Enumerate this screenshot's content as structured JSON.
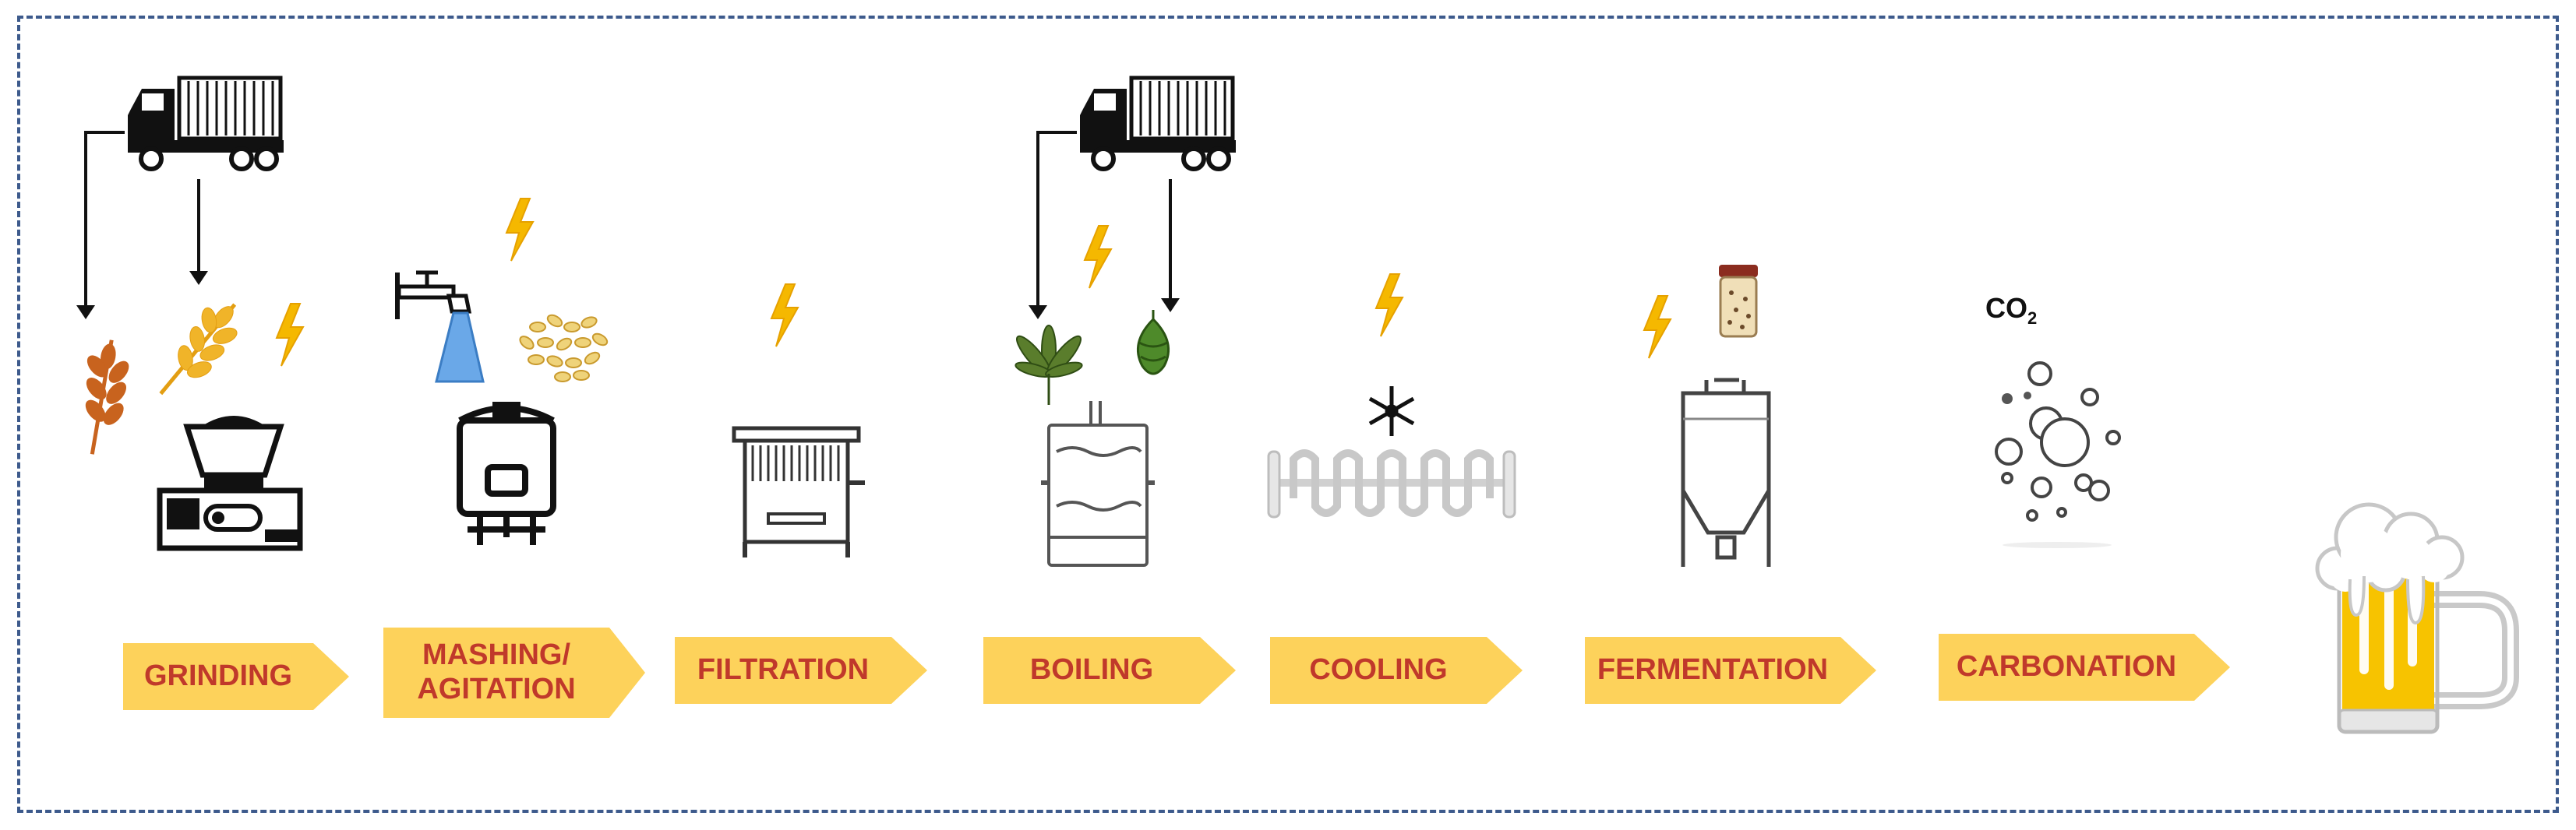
{
  "stages": [
    {
      "label": "GRINDING"
    },
    {
      "label": "MASHING/\nAGITATION"
    },
    {
      "label": "FILTRATION"
    },
    {
      "label": "BOILING"
    },
    {
      "label": "COOLING"
    },
    {
      "label": "FERMENTATION"
    },
    {
      "label": "CARBONATION"
    }
  ],
  "co2": {
    "main": "CO",
    "sub": "2"
  },
  "colors": {
    "arrow_fill": "#fdd25b",
    "label_text": "#c0392b",
    "frame": "#3d5a8c",
    "lightning": "#f5b800",
    "beer": "#f7c300",
    "wheat": "#d2691e"
  },
  "icons": [
    "truck-icon",
    "wheat-icon",
    "lightning-icon",
    "grinder-icon",
    "tap-icon",
    "grain-icon",
    "mash-tun-icon",
    "filter-icon",
    "hemp-leaf-icon",
    "hop-icon",
    "boil-kettle-icon",
    "snowflake-icon",
    "cooler-coil-icon",
    "yeast-jar-icon",
    "fermenter-icon",
    "bubbles-icon",
    "beer-mug-icon"
  ]
}
